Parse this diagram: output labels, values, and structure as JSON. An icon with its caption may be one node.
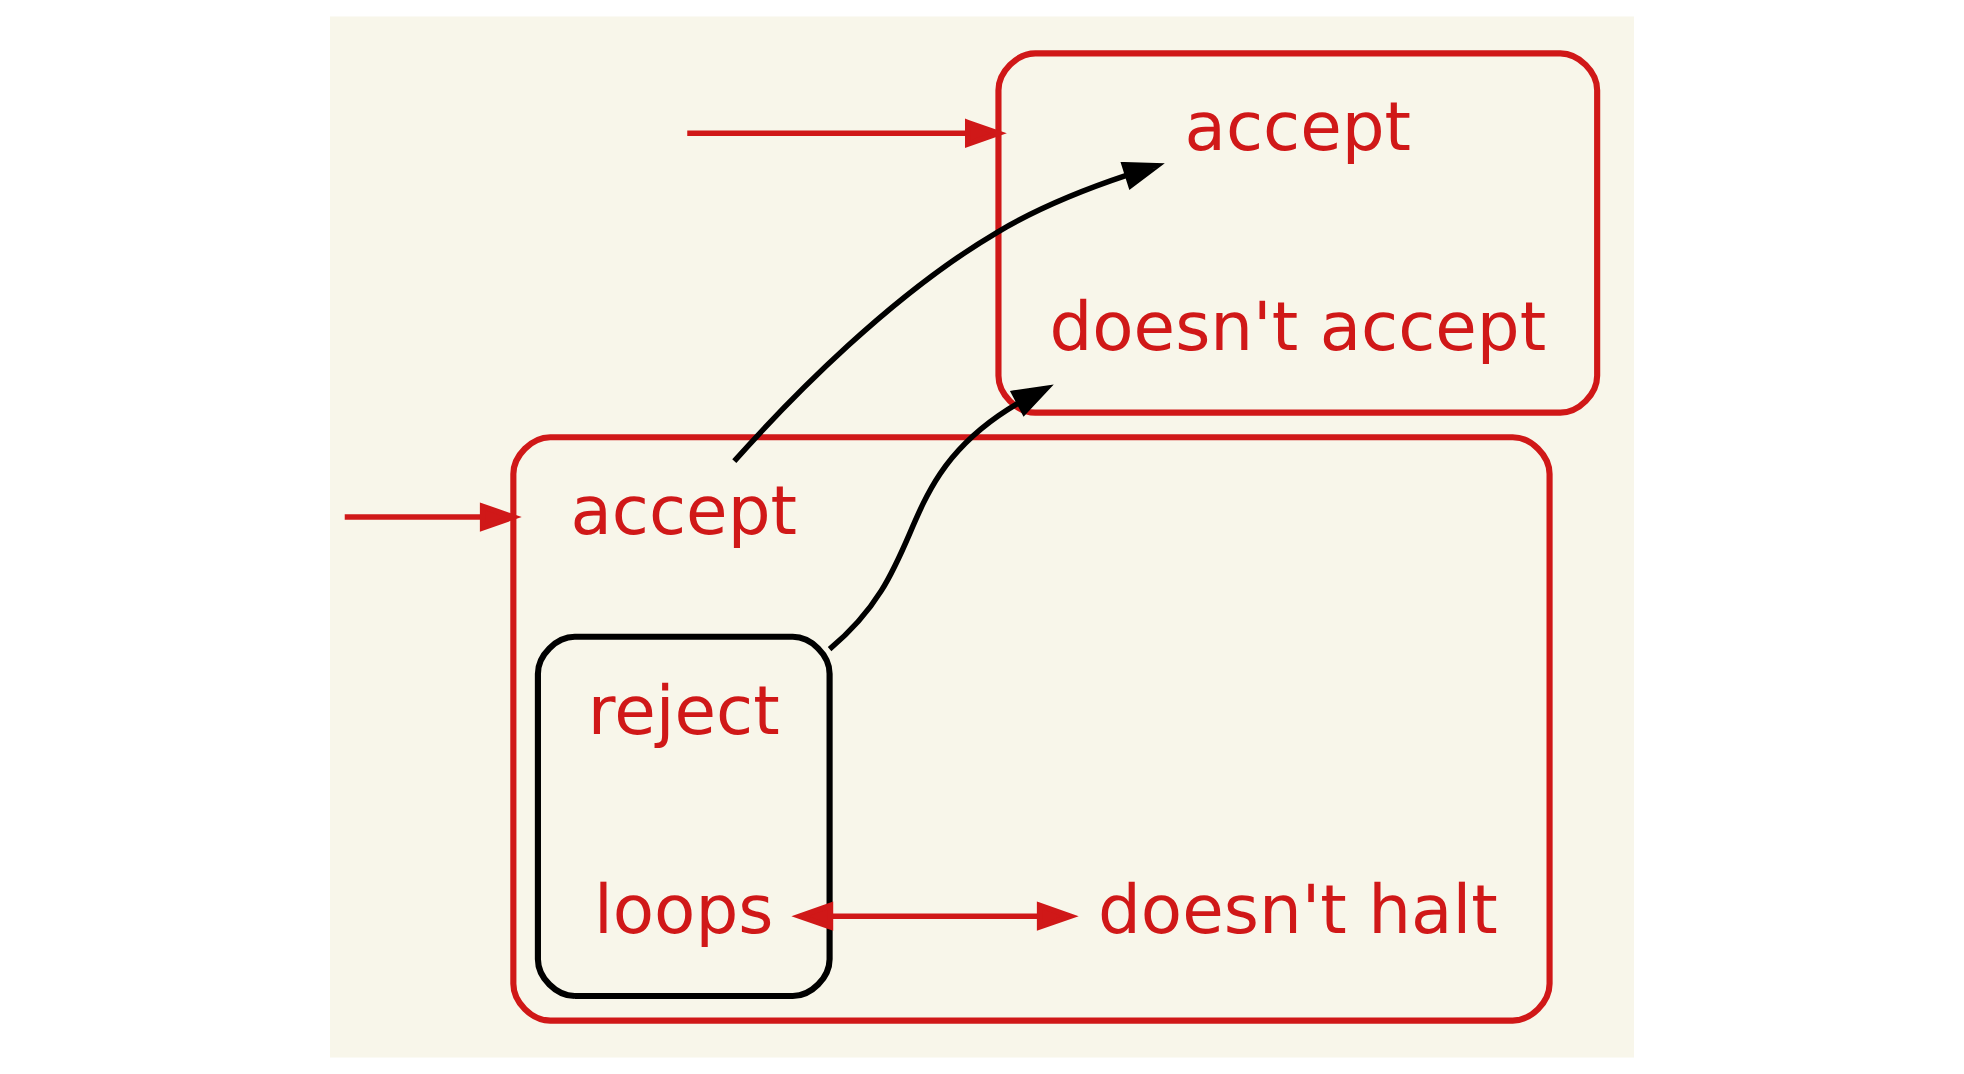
{
  "diagram": {
    "nodes": [
      {
        "text": [],
        "shape": "brace"
      },
      {
        "text": [
          "accept"
        ],
        "in": 0
      },
      {
        "text": [],
        "shape": "brace",
        "in": 0
      },
      {
        "text": [
          "reject"
        ],
        "in": 2
      },
      {
        "text": [
          "loops"
        ],
        "in": 2
      },
      {
        "text": [
          "doesn't halt"
        ],
        "in": 0
      },
      {
        "text": [],
        "shape": "brace"
      },
      {
        "text": [
          "accept"
        ],
        "in": 6
      },
      {
        "text": [
          "doesn't accept"
        ],
        "in": 6
      }
    ],
    "edges": [
      {
        "from": null,
        "to": 0,
        "arrow": "to"
      },
      {
        "from": 4,
        "to": 5,
        "arrow": "both"
      },
      {
        "from": 1,
        "to": 7,
        "arrow": "to",
        "color": "#000000"
      },
      {
        "from": 2,
        "to": 8,
        "arrow": "to",
        "color": "#000000"
      },
      {
        "from": null,
        "to": 6,
        "arrow": "to"
      }
    ]
  }
}
